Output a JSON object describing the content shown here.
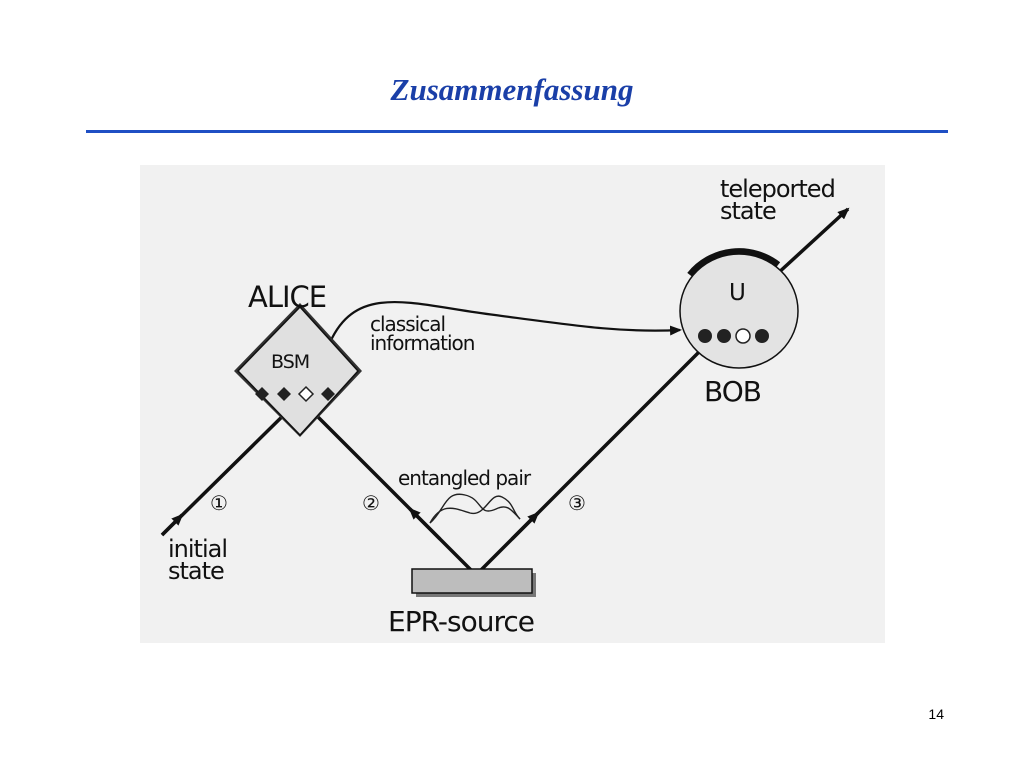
{
  "slide": {
    "title": "Zusammenfassung",
    "page_number": "14"
  },
  "diagram": {
    "alice": "ALICE",
    "bsm": "BSM",
    "bob": "BOB",
    "unitary": "U",
    "epr_source": "EPR-source",
    "classical_line1": "classical",
    "classical_line2": "information",
    "entangled_pair": "entangled pair",
    "teleported_line1": "teleported",
    "teleported_line2": "state",
    "initial_line1": "initial",
    "initial_line2": "state",
    "path1_marker": "①",
    "path2_marker": "②",
    "path3_marker": "③"
  },
  "colors": {
    "title": "#1a3fa8",
    "rule": "#1f4fc4",
    "panel_background": "#f1f1f1"
  }
}
